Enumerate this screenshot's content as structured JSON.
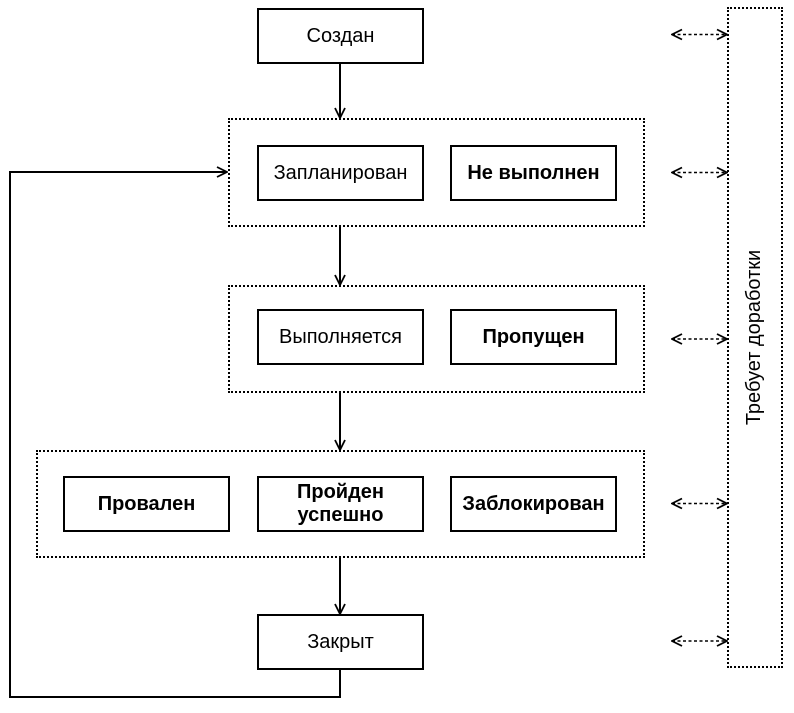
{
  "diagram": {
    "kind": "state-flow-diagram",
    "nodes": {
      "created": {
        "label": "Создан",
        "emphasis": "normal"
      },
      "planned": {
        "label": "Запланирован",
        "emphasis": "normal"
      },
      "not_executed": {
        "label": "Не выполнен",
        "emphasis": "bold"
      },
      "executing": {
        "label": "Выполняется",
        "emphasis": "normal"
      },
      "skipped": {
        "label": "Пропущен",
        "emphasis": "bold"
      },
      "failed": {
        "label": "Провален",
        "emphasis": "bold"
      },
      "passed": {
        "label": "Пройден успешно",
        "emphasis": "bold"
      },
      "blocked": {
        "label": "Заблокирован",
        "emphasis": "bold"
      },
      "closed": {
        "label": "Закрыт",
        "emphasis": "normal"
      },
      "needs_rework": {
        "label": "Требует доработки",
        "emphasis": "normal"
      }
    },
    "groups": {
      "planned_row": {
        "members": [
          "planned",
          "not_executed"
        ]
      },
      "executing_row": {
        "members": [
          "executing",
          "skipped"
        ]
      },
      "results_row": {
        "members": [
          "failed",
          "passed",
          "blocked"
        ]
      }
    },
    "edges": [
      {
        "from": "created",
        "to": "planned_row",
        "style": "solid-arrow"
      },
      {
        "from": "planned_row",
        "to": "executing_row",
        "style": "solid-arrow"
      },
      {
        "from": "executing_row",
        "to": "results_row",
        "style": "solid-arrow"
      },
      {
        "from": "results_row",
        "to": "closed",
        "style": "solid-arrow"
      },
      {
        "from": "closed",
        "to": "planned_row",
        "style": "solid-arrow-loop-left"
      },
      {
        "from": "created",
        "to": "needs_rework",
        "style": "dashed-double-arrow"
      },
      {
        "from": "planned_row",
        "to": "needs_rework",
        "style": "dashed-double-arrow"
      },
      {
        "from": "executing_row",
        "to": "needs_rework",
        "style": "dashed-double-arrow"
      },
      {
        "from": "results_row",
        "to": "needs_rework",
        "style": "dashed-double-arrow"
      },
      {
        "from": "closed",
        "to": "needs_rework",
        "style": "dashed-double-arrow"
      }
    ],
    "colors": {
      "line": "#000000",
      "node_border": "#000000",
      "node_fill": "#ffffff",
      "text": "#000000",
      "background": "#ffffff"
    }
  }
}
